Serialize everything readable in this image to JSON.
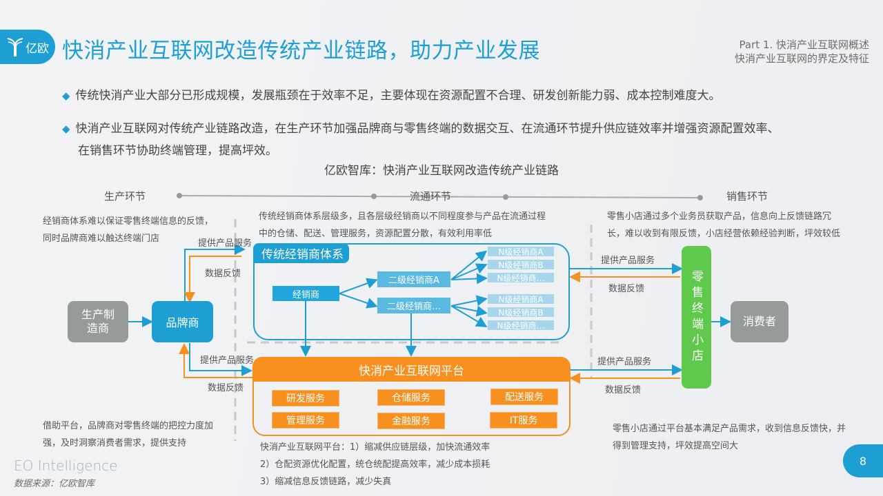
{
  "header": {
    "logo_text": "亿欧",
    "title": "快消产业互联网改造传统产业链路，助力产业发展",
    "part_line1": "Part 1. 快消产业互联网概述",
    "part_line2": "快消产业互联网的界定及特征"
  },
  "bullets": [
    {
      "icon": "diamond-icon",
      "text": "传统快消产业大部分已形成规模，发展瓶颈在于效率不足，主要体现在资源配置不合理、研发创新能力弱、成本控制难度大。"
    },
    {
      "icon": "diamond-icon",
      "text": "快消产业互联网对传统产业链路改造，在生产环节加强品牌商与零售终端的数据交互、在流通环节提升供应链效率并增强资源配置效率、",
      "continuation": "在销售环节协助终端管理，提高坪效。"
    }
  ],
  "diagram": {
    "title": "亿欧智库：快消产业互联网改造传统产业链路",
    "phases": [
      "生产环节",
      "流通环节",
      "销售环节"
    ],
    "notes": {
      "production_top": [
        "经销商体系难以保证零售终端信息的反馈，",
        "同时品牌商难以触达终端门店"
      ],
      "circulation_top": [
        "传统经销商体系层级多，且各层级经销商以不同程度参与产品在流通过程",
        "中的仓储、配送、管理服务，资源配置分散，有效利用率低"
      ],
      "sales_top": [
        "零售小店通过多个业务员获取产品，信息向上反馈链路冗",
        "长，难以收到有限反馈，小店经营依赖经验判断，坪效较低"
      ],
      "production_bottom": [
        "借助平台，品牌商对零售终端的把控力度加",
        "强，及时洞察消费者需求，提供支持"
      ],
      "circulation_bottom": [
        "快消产业互联网平台：1）缩减供应链层级，加快流通效率",
        "2）仓配资源优化配置，统仓统配提高效率，减少成本损耗",
        "3）缩减信息反馈链路，减少失真"
      ],
      "sales_bottom": [
        "零售小店通过平台基本满足产品需求，收到信息反馈快，并",
        "得到管理支持，坪效提高空间大"
      ]
    },
    "nodes": {
      "manufacturer": "生产制\n造商",
      "brand": "品牌商",
      "retail_store": "零售终端小店",
      "consumer": "消费者"
    },
    "traditional": {
      "tag": "传统经销商体系",
      "distributor": "经销商",
      "level2": [
        "二级经销商A",
        "二级经销商…"
      ],
      "levelN_group1": [
        "N级经销商A",
        "N级经销商B",
        "N级经销商…"
      ],
      "levelN_group2": [
        "N级经销商A",
        "N级经销商B",
        "N级经销商…"
      ]
    },
    "platform": {
      "title": "快消产业互联网平台",
      "services": [
        "研发服务",
        "仓储服务",
        "配送服务",
        "管理服务",
        "金融服务",
        "IT服务"
      ]
    },
    "flow_labels": {
      "provide": "提供产品服务",
      "feedback": "数据反馈"
    },
    "colors": {
      "blue": "#1e9fd4",
      "orange": "#f7901e",
      "green": "#5ec94b",
      "gray": "#969a9b"
    }
  },
  "footer": {
    "brand": "EO Intelligence",
    "source": "数据来源：亿欧智库",
    "page": "8"
  }
}
